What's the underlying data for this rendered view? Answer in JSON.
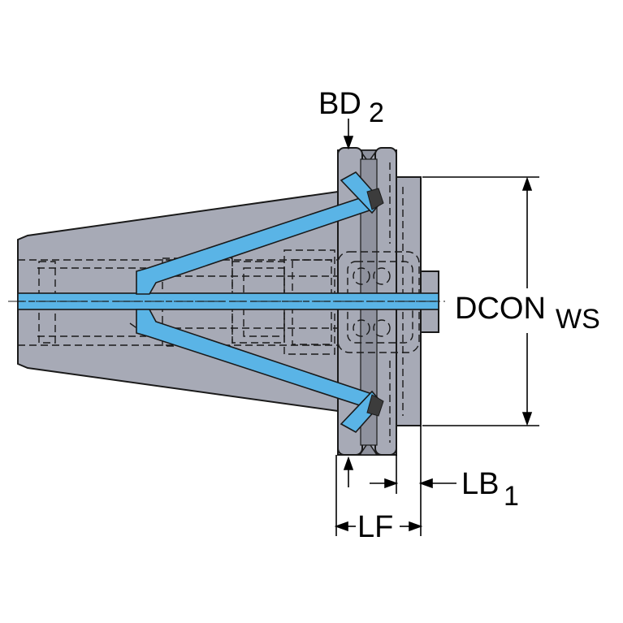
{
  "labels": {
    "bd": {
      "main": "BD",
      "sub": "2"
    },
    "dcon": {
      "main": "DCON",
      "sub": "WS"
    },
    "lb": {
      "main": "LB",
      "sub": "1"
    },
    "lf": {
      "main": "LF"
    }
  },
  "colors": {
    "body": "#a7aab6",
    "coolant": "#5ab4e6",
    "outline": "#1a1a1a"
  }
}
